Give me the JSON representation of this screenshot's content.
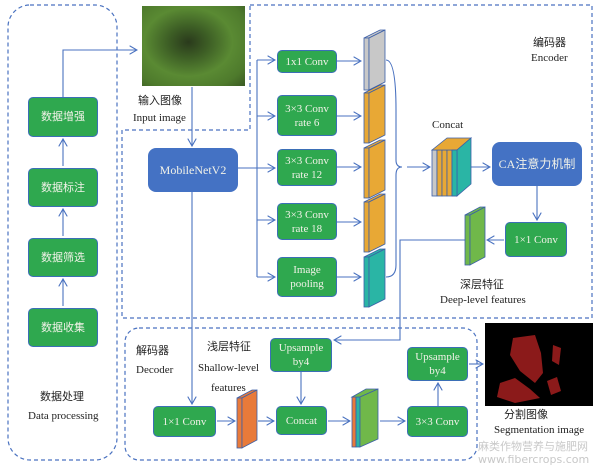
{
  "data_processing": {
    "steps": [
      "数据增强",
      "数据标注",
      "数据筛选",
      "数据收集"
    ],
    "title_cn": "数据处理",
    "title_en": "Data processing"
  },
  "input_image": {
    "label_cn": "输入图像",
    "label_en": "Input image"
  },
  "encoder": {
    "title_cn": "编码器",
    "title_en": "Encoder",
    "backbone": "MobileNetV2",
    "branches": [
      {
        "line1": "1x1 Conv",
        "line2": ""
      },
      {
        "line1": "3×3 Conv",
        "line2": "rate 6"
      },
      {
        "line1": "3×3 Conv",
        "line2": "rate 12"
      },
      {
        "line1": "3×3 Conv",
        "line2": "rate 18"
      },
      {
        "line1": "Image",
        "line2": "pooling"
      }
    ],
    "concat_label": "Concat",
    "attention": "CA注意力机制",
    "conv1x1": "1×1 Conv",
    "deep_cn": "深层特征",
    "deep_en": "Deep-level features"
  },
  "decoder": {
    "title_cn": "解码器",
    "title_en": "Decoder",
    "shallow_cn": "浅层特征",
    "shallow_en1": "Shallow-level",
    "shallow_en2": "features",
    "conv1x1": "1×1 Conv",
    "upsample1": {
      "line1": "Upsample",
      "line2": "by4"
    },
    "concat": "Concat",
    "conv3x3": "3×3 Conv",
    "upsample2": {
      "line1": "Upsample",
      "line2": "by4"
    }
  },
  "output": {
    "label_cn": "分割图像",
    "label_en": "Segmentation image"
  },
  "watermark": {
    "line1": "麻类作物营养与施肥网",
    "line2": "www.fibercrops.com"
  },
  "colors": {
    "green": "#2fa84f",
    "blue": "#4472c4",
    "line": "#4a72c0",
    "orange": "#e8a835",
    "gray": "#c8c8c8",
    "teal": "#2ab5a5",
    "deep_green": "#70b84a",
    "shallow_orange": "#e87a3a",
    "seg_red": "#8b1a1a"
  }
}
